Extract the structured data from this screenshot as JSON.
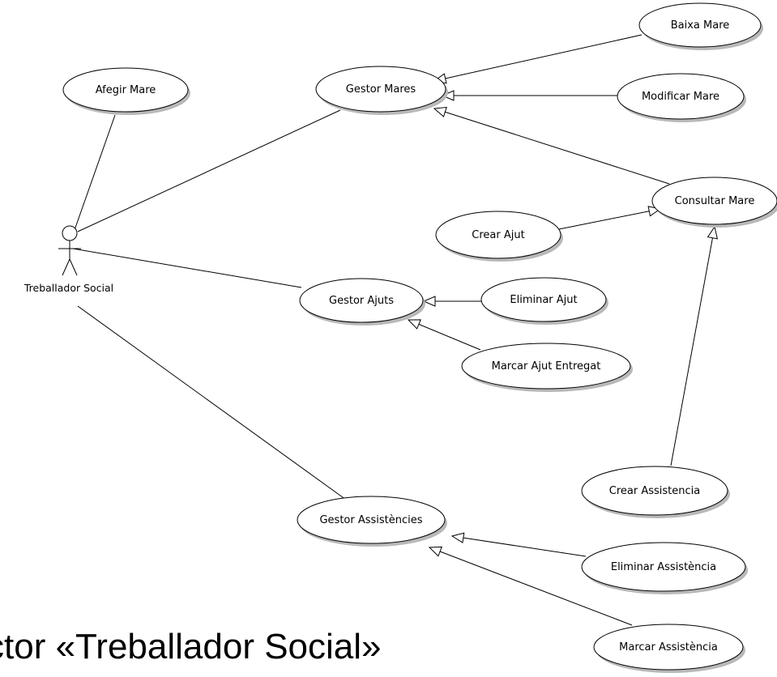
{
  "slide": {
    "caption": "ctor «Treballador Social»"
  },
  "actor": {
    "label": "Treballador Social"
  },
  "use_cases": {
    "afegir_mare": "Afegir Mare",
    "gestor_mares": "Gestor Mares",
    "baixa_mare": "Baixa Mare",
    "modificar_mare": "Modificar Mare",
    "consultar_mare": "Consultar Mare",
    "crear_ajut": "Crear Ajut",
    "gestor_ajuts": "Gestor Ajuts",
    "eliminar_ajut": "Eliminar Ajut",
    "marcar_ajut_entregat": "Marcar Ajut Entregat",
    "crear_assistencia": "Crear Assistencia",
    "gestor_assistencies": "Gestor Assistències",
    "eliminar_assistencia": "Eliminar Assistència",
    "marcar_assistencia": "Marcar Assistència"
  }
}
